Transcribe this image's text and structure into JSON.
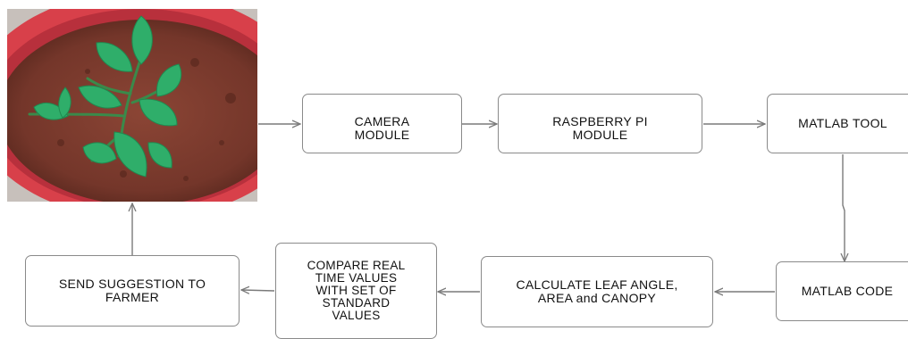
{
  "diagram": {
    "photo": {
      "description_icon": "plant-pot-photo-icon"
    },
    "nodes": {
      "camera": "CAMERA\nMODULE",
      "rpi": "RASPBERRY   PI\nMODULE",
      "matlab_tool": "MATLAB TOOL",
      "matlab_code": "MATLAB CODE",
      "calculate": "CALCULATE   LEAF ANGLE,\nAREA and CANOPY",
      "compare": "COMPARE REAL\nTIME VALUES\nWITH SET OF\nSTANDARD\nVALUES",
      "send": "SEND SUGGESTION TO\nFARMER"
    },
    "colors": {
      "border": "#8a8a8a",
      "arrow": "#7a7a7a",
      "leaf": "#2fae6a",
      "soil": "#7a3a2c",
      "pot": "#d8404a"
    }
  }
}
